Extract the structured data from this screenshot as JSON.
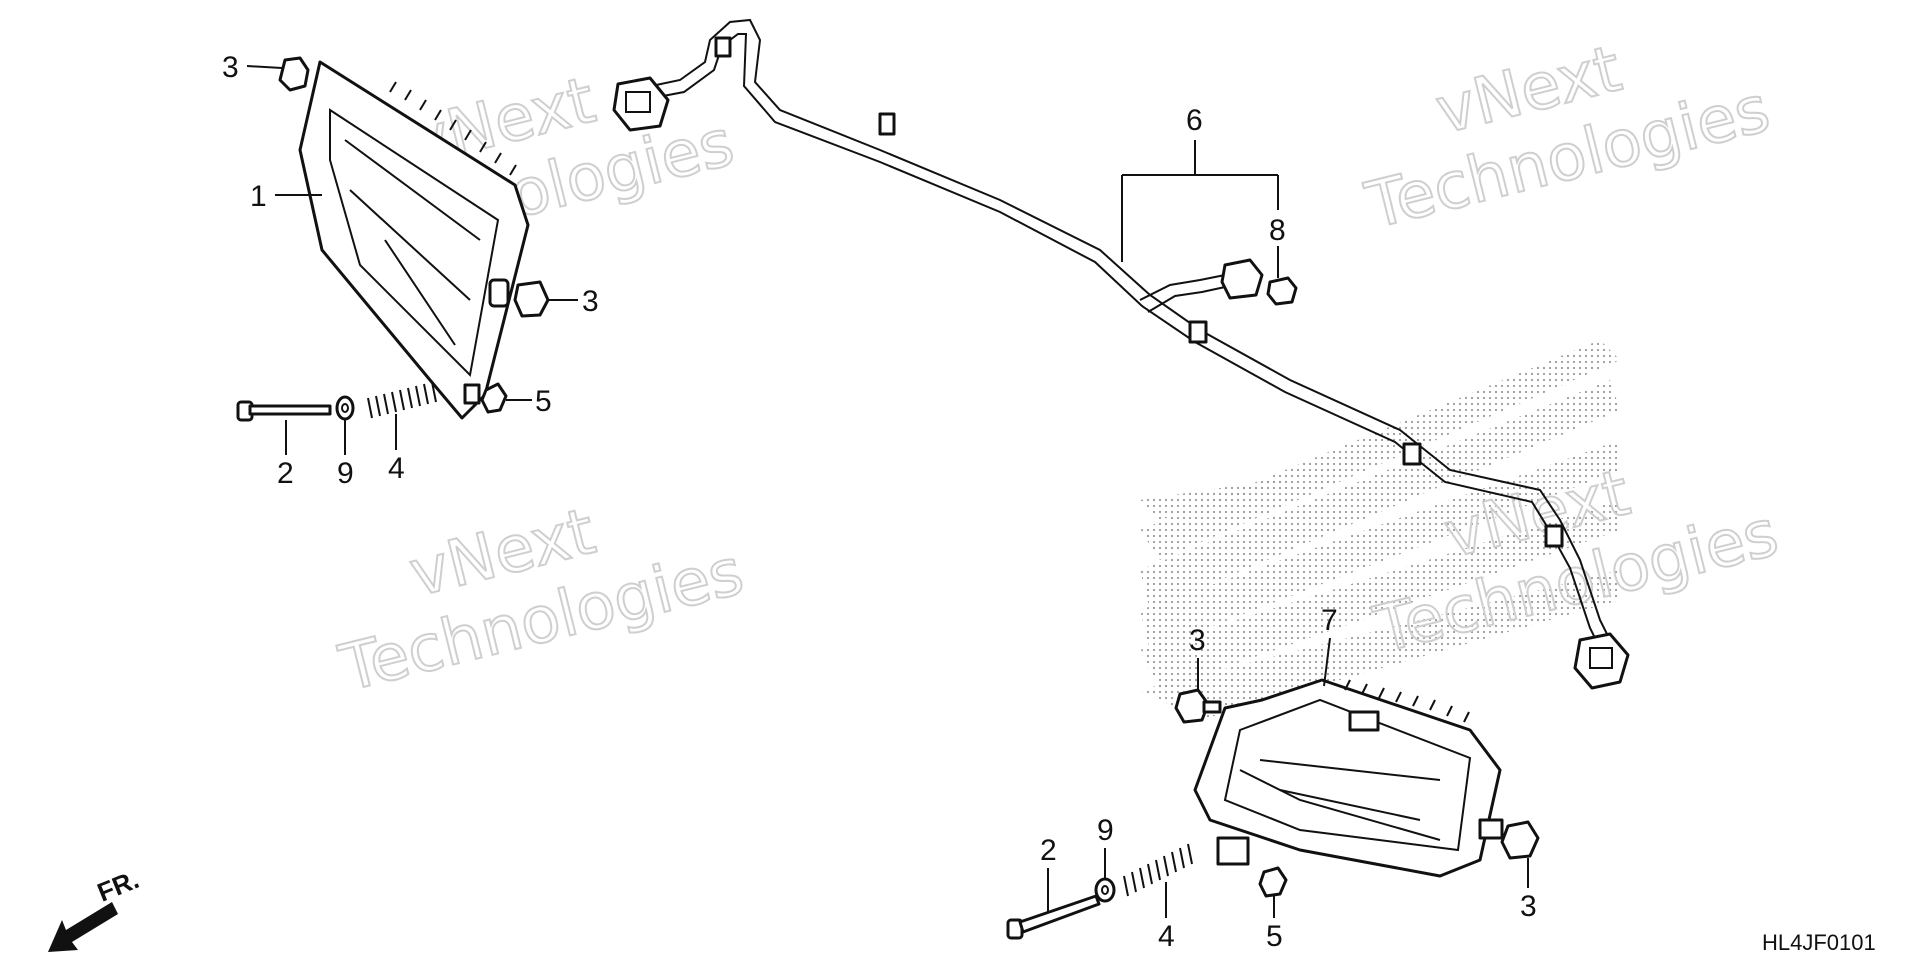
{
  "diagram": {
    "drawing_code": "HL4JF0101",
    "front_marker": "FR.",
    "watermark": {
      "line1": "vNext",
      "line2": "Technologies"
    },
    "callouts": {
      "top_unit": [
        "3",
        "1",
        "3",
        "5",
        "2",
        "9",
        "4"
      ],
      "harness": [
        "6",
        "8"
      ],
      "bottom_unit": [
        "3",
        "7",
        "9",
        "2",
        "4",
        "5",
        "3"
      ]
    }
  }
}
